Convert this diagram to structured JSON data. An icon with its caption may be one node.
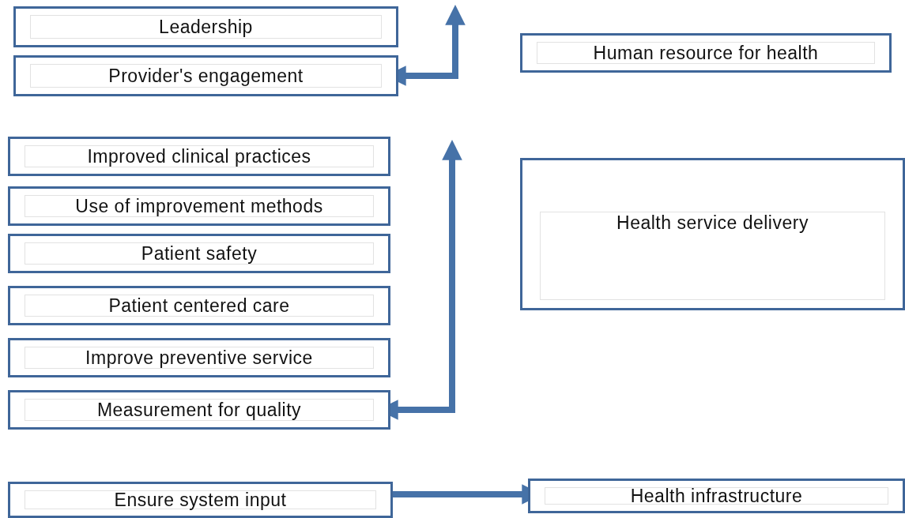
{
  "diagram": {
    "nodes": [
      {
        "text": [
          "Leadership"
        ]
      },
      {
        "text": [
          "Provider's engagement"
        ]
      },
      {
        "text": [
          "Human resource for health"
        ]
      },
      {
        "text": [
          "Improved clinical practices"
        ]
      },
      {
        "text": [
          "Use of improvement methods"
        ]
      },
      {
        "text": [
          "Patient safety"
        ]
      },
      {
        "text": [
          "Patient centered care"
        ]
      },
      {
        "text": [
          "Improve preventive service"
        ]
      },
      {
        "text": [
          "Measurement for quality"
        ]
      },
      {
        "text": [
          "Health service delivery"
        ]
      },
      {
        "text": [
          "Ensure system input"
        ]
      },
      {
        "text": [
          "Health infrastructure"
        ]
      }
    ],
    "edges": [
      {
        "from": null,
        "to": 1,
        "arrow": "both"
      },
      {
        "from": null,
        "to": 8,
        "arrow": "both"
      },
      {
        "from": 10,
        "to": 11,
        "arrow": "to"
      }
    ]
  }
}
